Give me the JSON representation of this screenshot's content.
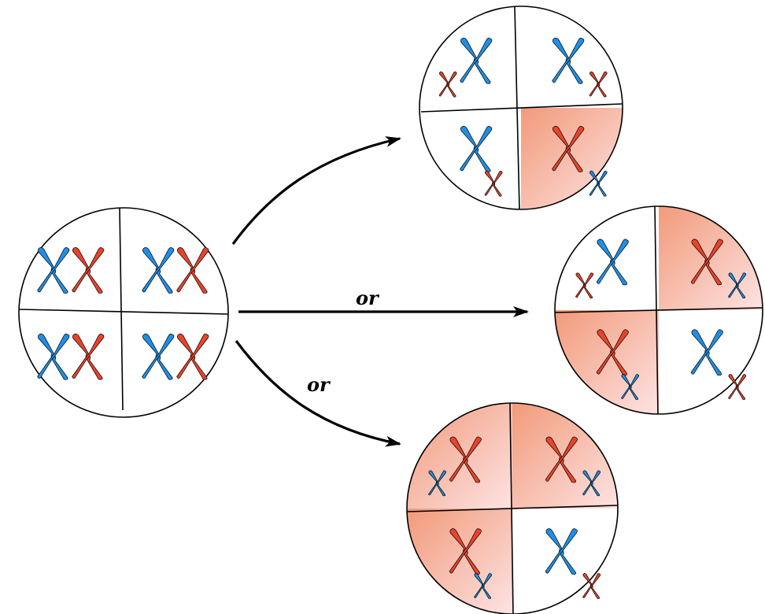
{
  "colors": {
    "maternal_chromosome": "#1f8fe6",
    "paternal_chromosome": "#e8432b",
    "shaded_quadrant_dark": "#f29a7a",
    "shaded_quadrant_light": "#fde3e3",
    "outline": "#000000",
    "background": "#ffffff"
  },
  "arrows": [
    {
      "id": "arrow-top",
      "label": ""
    },
    {
      "id": "arrow-middle",
      "label": "or"
    },
    {
      "id": "arrow-bottom",
      "label": "or"
    }
  ],
  "cells": [
    {
      "id": "source-cell",
      "quadrants": [
        {
          "position": "top-left",
          "shaded": false,
          "chromosomes": [
            "blue-large",
            "red-large"
          ]
        },
        {
          "position": "top-right",
          "shaded": false,
          "chromosomes": [
            "blue-large",
            "red-large"
          ]
        },
        {
          "position": "bottom-left",
          "shaded": false,
          "chromosomes": [
            "blue-large",
            "red-large"
          ]
        },
        {
          "position": "bottom-right",
          "shaded": false,
          "chromosomes": [
            "blue-large",
            "red-large"
          ]
        }
      ]
    },
    {
      "id": "outcome-one-shaded",
      "quadrants": [
        {
          "position": "top-left",
          "shaded": false,
          "chromosomes": [
            "blue-large",
            "red-small"
          ]
        },
        {
          "position": "top-right",
          "shaded": false,
          "chromosomes": [
            "blue-large",
            "red-small"
          ]
        },
        {
          "position": "bottom-left",
          "shaded": false,
          "chromosomes": [
            "blue-large",
            "red-small"
          ]
        },
        {
          "position": "bottom-right",
          "shaded": true,
          "chromosomes": [
            "red-large",
            "blue-small"
          ]
        }
      ]
    },
    {
      "id": "outcome-two-shaded",
      "quadrants": [
        {
          "position": "top-left",
          "shaded": false,
          "chromosomes": [
            "blue-large",
            "red-small"
          ]
        },
        {
          "position": "top-right",
          "shaded": true,
          "chromosomes": [
            "red-large",
            "blue-small"
          ]
        },
        {
          "position": "bottom-left",
          "shaded": true,
          "chromosomes": [
            "red-large",
            "blue-small"
          ]
        },
        {
          "position": "bottom-right",
          "shaded": false,
          "chromosomes": [
            "blue-large",
            "red-small"
          ]
        }
      ]
    },
    {
      "id": "outcome-three-shaded",
      "quadrants": [
        {
          "position": "top-left",
          "shaded": true,
          "chromosomes": [
            "red-large",
            "blue-small"
          ]
        },
        {
          "position": "top-right",
          "shaded": true,
          "chromosomes": [
            "red-large",
            "blue-small"
          ]
        },
        {
          "position": "bottom-left",
          "shaded": true,
          "chromosomes": [
            "red-large",
            "blue-small"
          ]
        },
        {
          "position": "bottom-right",
          "shaded": false,
          "chromosomes": [
            "blue-large",
            "red-small"
          ]
        }
      ]
    }
  ]
}
